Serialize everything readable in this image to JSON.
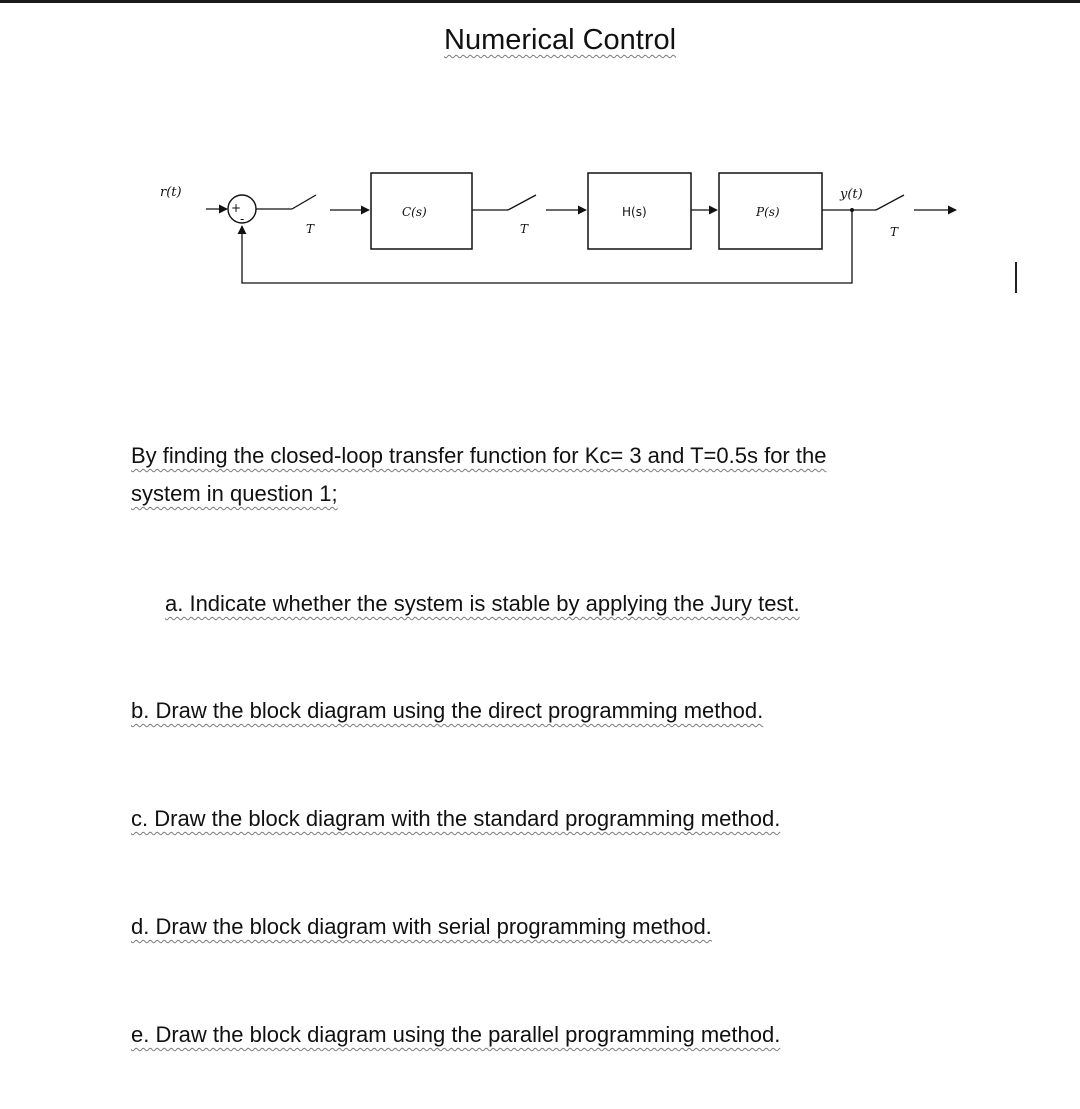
{
  "title": "Numerical Control",
  "diagram": {
    "input_label": "r(t)",
    "output_label": "y(t)",
    "sum_plus": "+",
    "sum_minus": "-",
    "sampling_label": "T",
    "blocks": [
      {
        "label": "C(s)"
      },
      {
        "label": "H(s)"
      },
      {
        "label": "P(s)"
      }
    ]
  },
  "intro": {
    "line1": "By finding the closed-loop transfer function for Kc= 3 and T=0.5s for the",
    "line2": "system in question 1;"
  },
  "questions": [
    {
      "text": "a. Indicate whether the system is stable by applying the Jury test."
    },
    {
      "text": "b. Draw the block diagram using the direct programming method."
    },
    {
      "text": "c. Draw the block diagram with the standard programming method."
    },
    {
      "text": "d. Draw the block diagram with serial programming method."
    },
    {
      "text": "e. Draw the block diagram using the parallel programming method."
    }
  ]
}
